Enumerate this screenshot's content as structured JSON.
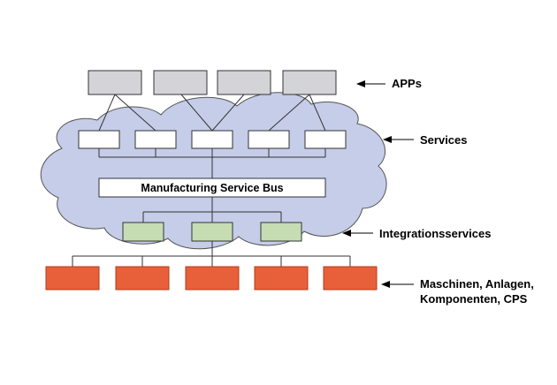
{
  "colors": {
    "cloud_fill": "#c5cde8",
    "cloud_stroke": "#555555",
    "app_box": "#d4d4d8",
    "service_box": "#ffffff",
    "integration_box": "#c6ddb4",
    "machine_box": "#e8603a",
    "machine_stroke": "#b43a18"
  },
  "bus_label": "Manufacturing Service Bus",
  "labels": {
    "apps": "APPs",
    "services": "Services",
    "integration": "Integrationsservices",
    "machines_line1": "Maschinen, Anlagen,",
    "machines_line2": "Komponenten, CPS"
  },
  "icons": {
    "pointer": "left-arrow-icon"
  }
}
